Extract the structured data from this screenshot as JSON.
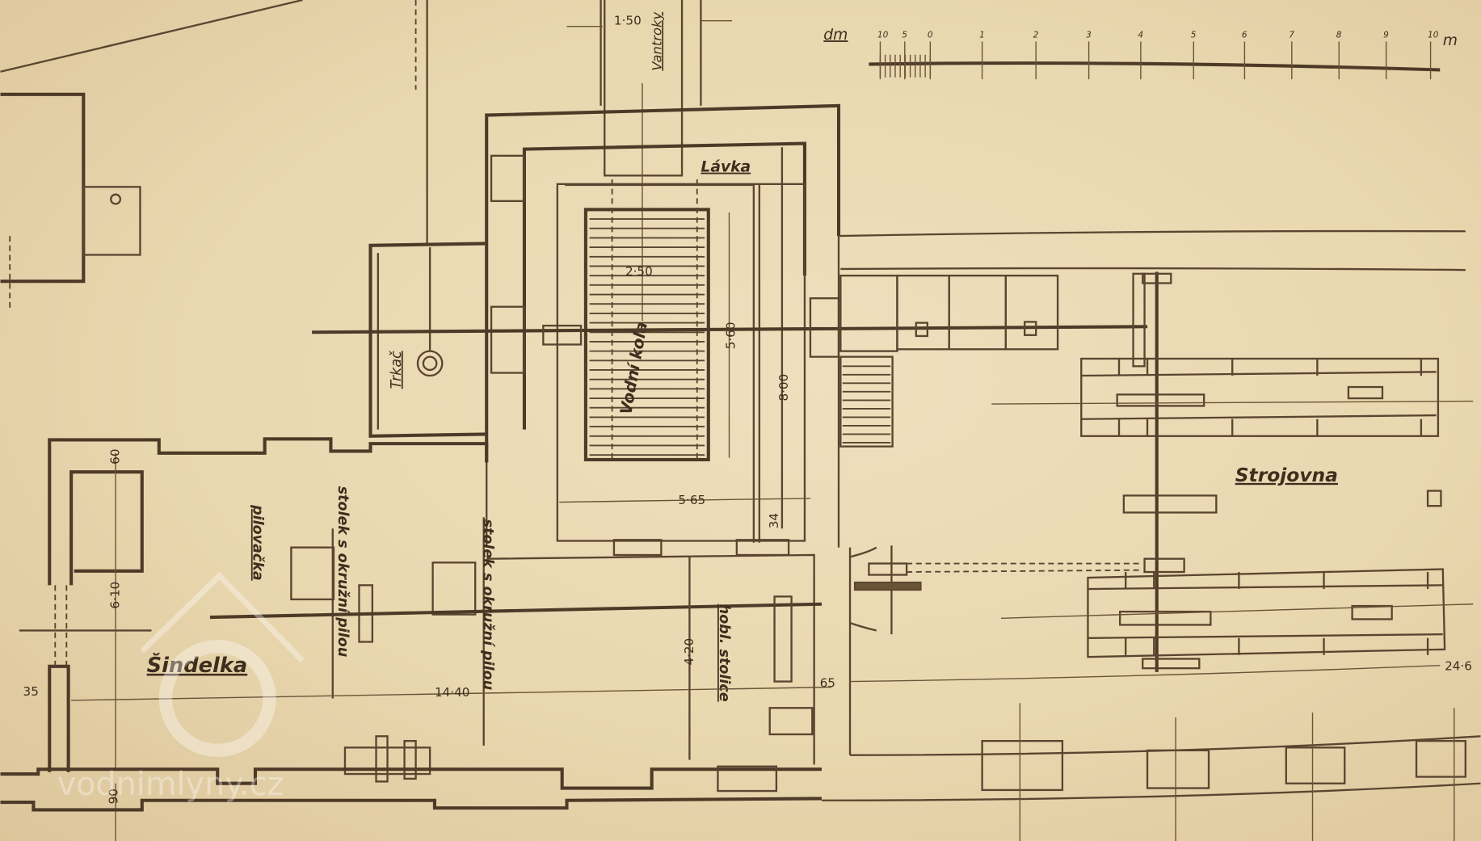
{
  "scale": {
    "unit_left": "dm",
    "unit_right": "m",
    "ticks": [
      "10",
      "5",
      "0",
      "1",
      "2",
      "3",
      "4",
      "5",
      "6",
      "7",
      "8",
      "9",
      "10"
    ]
  },
  "labels": {
    "lavka": "Lávka",
    "vodni_kola": "Vodní kola",
    "vantroky": "Vantroky",
    "trkac": "Trkač",
    "strojovna": "Strojovna",
    "sindelka": "Šindelka",
    "pilovacka": "pilovačka",
    "stolek1": "stolek s okružní pilou",
    "stolek2": "stolek s okružní pilou",
    "hobl": "hobl. stolice"
  },
  "dimensions": {
    "d150": "1·50",
    "d250": "2·50",
    "d560": "5·60",
    "d800": "8·00",
    "d565": "5·65",
    "d34": "34",
    "d60": "60",
    "d610": "6·10",
    "d90": "90",
    "d35": "35",
    "d1440": "14·40",
    "d65": "65",
    "d246": "24·6",
    "d420": "4·20"
  },
  "watermark": "vodnimlyny.cz",
  "colors": {
    "paper": "#e9d7af",
    "ink": "#5b4530"
  }
}
